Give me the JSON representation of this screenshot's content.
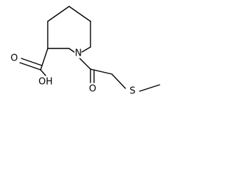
{
  "molecule": {
    "atoms": {
      "ring_nitrogen": "N",
      "acid_carbonyl_oxygen": "O",
      "acid_hydroxyl": "OH",
      "amide_carbonyl_oxygen": "O",
      "thioether_sulfur": "S"
    }
  },
  "colors": {
    "bond": "#000000",
    "label": "#000000",
    "background": "#ffffff"
  }
}
